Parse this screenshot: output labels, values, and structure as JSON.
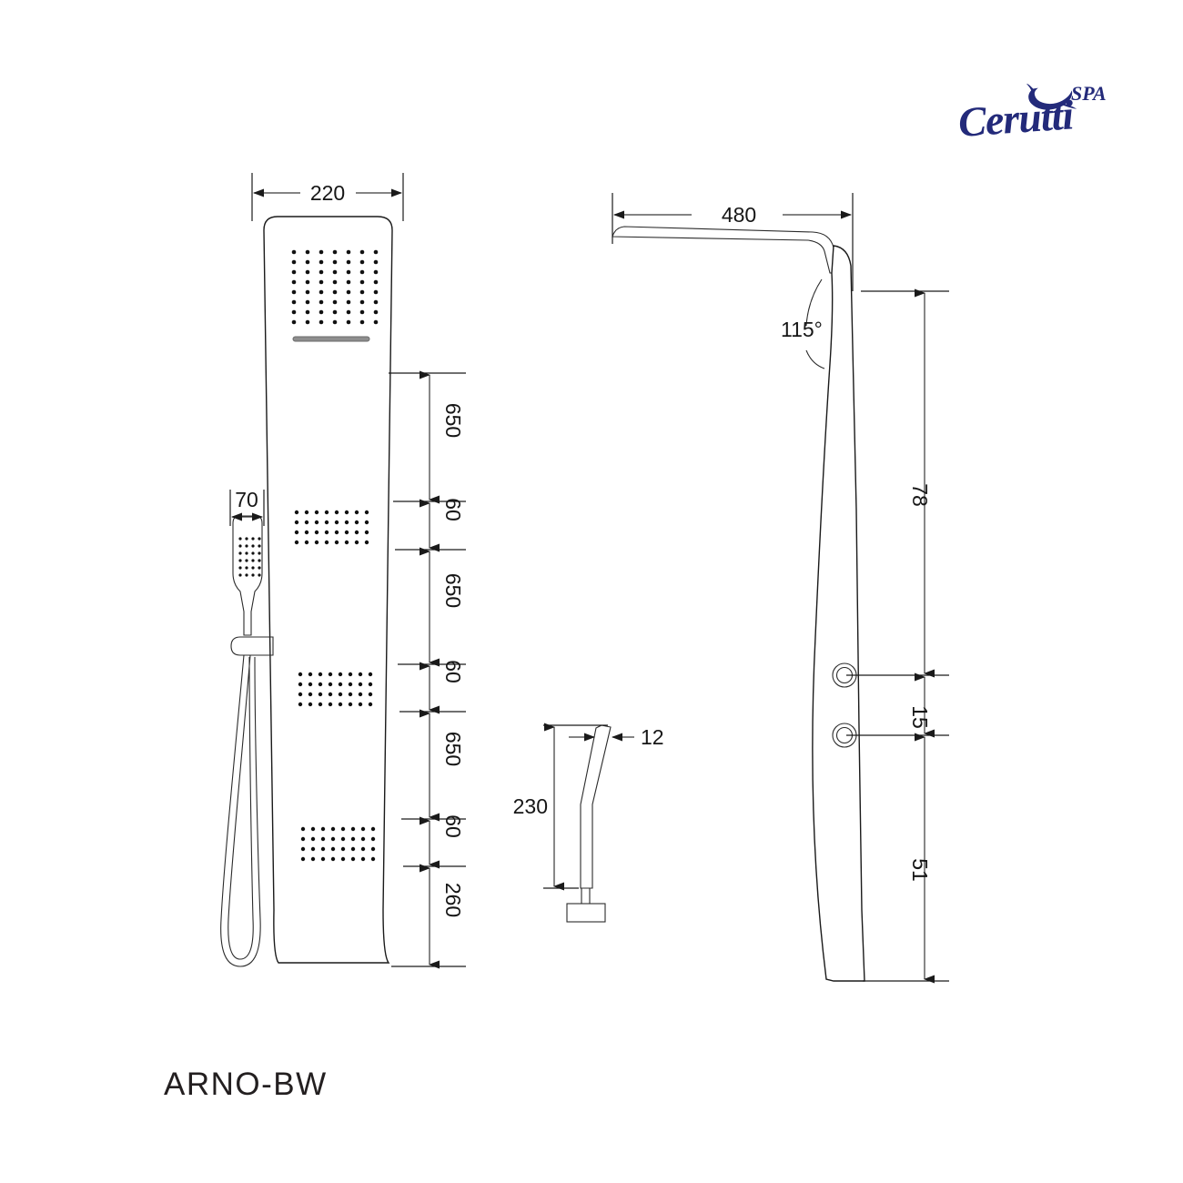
{
  "brand": {
    "name": "Cerutti",
    "suffix": "SPA",
    "color": "#232a7a",
    "logo_icon": "dolphin-icon"
  },
  "model": {
    "name": "ARNO-BW"
  },
  "drawing": {
    "title": "ARNO-BW shower panel technical drawing",
    "views": [
      {
        "id": "front-view",
        "label": "front-view"
      },
      {
        "id": "side-view",
        "label": "side-view"
      },
      {
        "id": "handshower-view",
        "label": "handshower-view"
      }
    ]
  },
  "dimensions": {
    "front_width": "220",
    "handshower_width": "70",
    "side_depth": "480",
    "side_angle": "115°",
    "handshower_height": "230",
    "handshower_thickness": "12",
    "front_chain": [
      "650",
      "60",
      "650",
      "60",
      "650",
      "60",
      "260"
    ],
    "side_chain": [
      "78",
      "15",
      "51"
    ]
  },
  "features": {
    "rain_head_dots_cols": 7,
    "rain_head_dots_rows": 8,
    "body_jet_dots_cols": 8,
    "body_jet_dots_rows": 4,
    "body_jet_count": 4,
    "valve_knob_count": 2,
    "waterfall_slot": "waterfall-slot"
  }
}
